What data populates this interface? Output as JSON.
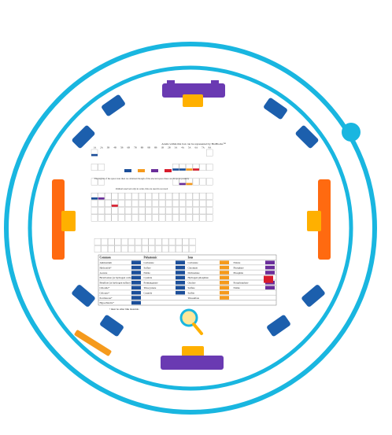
{
  "colors": {
    "ring": "#19b6e0",
    "blue": "#1c5fad",
    "purple": "#6a3ab2",
    "orange": "#ff6a10",
    "yellow": "#ffb000",
    "cell_blue": "#1c4f9a",
    "cell_orange": "#f59a1c",
    "cell_purple": "#6a2e9a",
    "cell_red": "#d81c2c"
  },
  "table": {
    "header_note": "Atoms within this box can be represented by BioBlocks™",
    "group_numbers": [
      "1A",
      "2A",
      "3B",
      "4B",
      "5B",
      "6B",
      "7B",
      "8B",
      "8B",
      "8B",
      "1B",
      "2B",
      "3A",
      "4A",
      "5A",
      "6A",
      "7A",
      "8A"
    ],
    "legend_text": "The region of the space less then we obtained though of the elected space there are drops in possibly",
    "legend_note": "Ordinal reserved only in order, this are used in as noted"
  },
  "ions": {
    "col1_header": "Common",
    "col2_header": "Polyatomic",
    "col3_header": "Ions",
    "col1_rows": [
      "Ammonium",
      "Hydroxide*",
      "Acetate",
      "Bicarbonate (or hydrogen carbonate)",
      "Bisulfate (or hydrogen sulfate)",
      "Chloride*",
      "Chlorate*",
      "Perchlorate*",
      "Hypochlorite*"
    ],
    "col2_rows": [
      "Carbonate",
      "Sulfate",
      "Nitrite",
      "Cyanide",
      "Permanganate",
      "Thiocyanate",
      "Cyanide",
      "",
      ""
    ],
    "col3_rows": [
      "Carbonate",
      "Chromate",
      "Dichromate",
      "Hydrogen phosphate",
      "Oxalate",
      "Sulfate",
      "Sulfite",
      "Thiosulfate",
      ""
    ],
    "col4_rows": [
      "Nitrate",
      "Phosphate",
      "Phosphite",
      "",
      "Pyrophosphate",
      "Nitrite",
      "",
      "",
      ""
    ],
    "footnote": "must be other link materials"
  }
}
